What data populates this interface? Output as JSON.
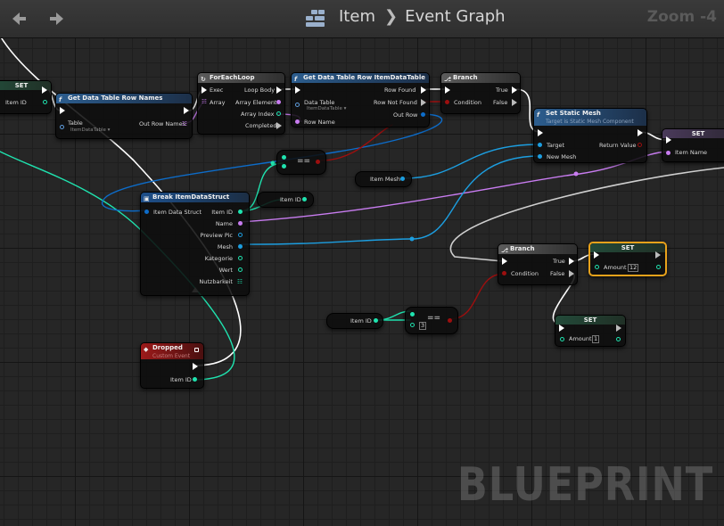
{
  "header": {
    "blueprint_name": "Item",
    "graph_name": "Event Graph",
    "zoom_label": "Zoom -4",
    "back_icon": "arrow-left-icon",
    "forward_icon": "arrow-right-icon",
    "blueprint_icon": "blueprint-graph-icon"
  },
  "watermark": "BLUEPRINT",
  "colors": {
    "exec": "#ffffff",
    "integer": "#1fe3af",
    "string": "#e27cf3",
    "object": "#1c9ee0",
    "bool": "#9c0f0f",
    "struct": "#0d6cc9",
    "event_header": "#9c1a1a",
    "function_header": "#2c5d8e",
    "selection": "#e8a21b"
  },
  "nodes": {
    "set_item_id_left": {
      "title": "SET",
      "pin_item_id": "Item ID"
    },
    "get_row_names": {
      "title": "Get Data Table Row Names",
      "pin_table": "Table",
      "table_value": "ItemDataTable",
      "pin_out": "Out Row Names"
    },
    "foreach": {
      "title": "ForEachLoop",
      "exec": "Exec",
      "array": "Array",
      "loop_body": "Loop Body",
      "element": "Array Element",
      "index": "Array Index",
      "completed": "Completed"
    },
    "get_row": {
      "title": "Get Data Table Row ItemDataTable",
      "data_table": "Data Table",
      "table_value": "ItemDataTable",
      "row_name": "Row Name",
      "found": "Row Found",
      "not_found": "Row Not Found",
      "out_row": "Out Row"
    },
    "branch_top": {
      "title": "Branch",
      "condition": "Condition",
      "true": "True",
      "false": "False"
    },
    "set_static_mesh": {
      "title": "Set Static Mesh",
      "subtitle": "Target is Static Mesh Component",
      "target": "Target",
      "new_mesh": "New Mesh",
      "return_value": "Return Value"
    },
    "set_item_name": {
      "title": "SET",
      "pin": "Item Name"
    },
    "equal_top": {
      "label": "=="
    },
    "item_id_getter_top": {
      "label": "Item ID"
    },
    "item_mesh_getter": {
      "label": "Item Mesh"
    },
    "break_struct": {
      "title": "Break ItemDataStruct",
      "input": "Item Data Struct",
      "outputs": [
        "Item ID",
        "Name",
        "Preview Pic",
        "Mesh",
        "Kategorie",
        "Wert",
        "Nutzbarkeit"
      ]
    },
    "branch_bottom": {
      "title": "Branch",
      "condition": "Condition",
      "true": "True",
      "false": "False"
    },
    "set_amount_true": {
      "title": "SET",
      "pin": "Amount",
      "value": "12"
    },
    "set_amount_false": {
      "title": "SET",
      "pin": "Amount",
      "value": "1"
    },
    "item_id_getter_bottom": {
      "label": "Item ID"
    },
    "equal_bottom": {
      "label": "==",
      "value": "3"
    },
    "dropped_event": {
      "title": "Dropped",
      "subtitle": "Custom Event",
      "pin": "Item ID"
    }
  }
}
